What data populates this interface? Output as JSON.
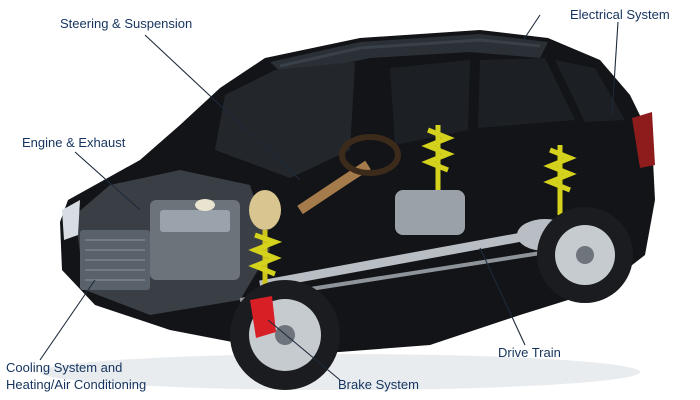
{
  "diagram": {
    "labels": {
      "steering_suspension": "Steering & Suspension",
      "electrical_system": "Electrical System",
      "engine_exhaust": "Engine & Exhaust",
      "cooling_line1": "Cooling System and",
      "cooling_line2": "Heating/Air Conditioning",
      "drive_train": "Drive Train",
      "brake_system": "Brake System"
    },
    "colors": {
      "label_text": "#14335e",
      "leader_line": "#1e2a3a",
      "car_body": "#121417",
      "suspension_spring": "#d4d21c",
      "brake_caliper": "#d81f26",
      "metal": "#b9bec4"
    }
  }
}
